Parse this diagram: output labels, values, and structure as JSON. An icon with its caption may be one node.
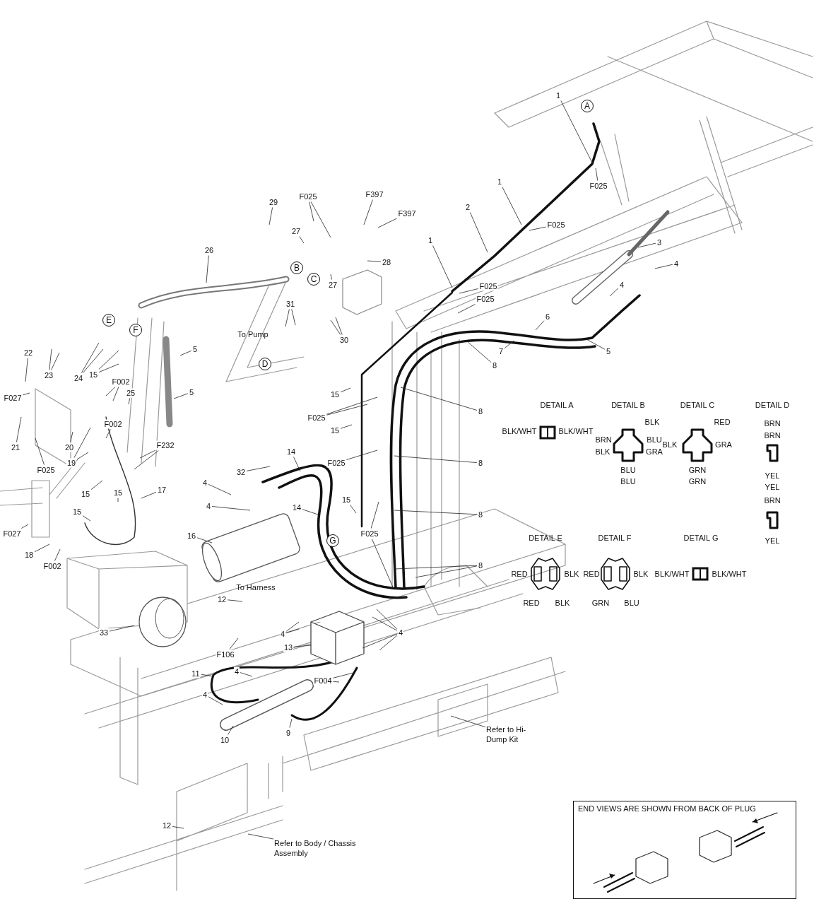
{
  "diagram": {
    "nodes": [
      {
        "text": [
          "1"
        ]
      },
      {
        "text": [
          "A"
        ]
      },
      {
        "text": [
          "F025"
        ]
      },
      {
        "text": [
          "1"
        ]
      },
      {
        "text": [
          "2"
        ]
      },
      {
        "text": [
          "F025"
        ]
      },
      {
        "text": [
          "F397"
        ]
      },
      {
        "text": [
          "F397"
        ]
      },
      {
        "text": [
          "F025"
        ]
      },
      {
        "text": [
          "29"
        ]
      },
      {
        "text": [
          "27"
        ]
      },
      {
        "text": [
          "1"
        ]
      },
      {
        "text": [
          "3"
        ]
      },
      {
        "text": [
          "4"
        ]
      },
      {
        "text": [
          "28"
        ]
      },
      {
        "text": [
          "26"
        ]
      },
      {
        "text": [
          "B"
        ]
      },
      {
        "text": [
          "C"
        ]
      },
      {
        "text": [
          "27"
        ]
      },
      {
        "text": [
          "F025"
        ]
      },
      {
        "text": [
          "F025"
        ]
      },
      {
        "text": [
          "4"
        ]
      },
      {
        "text": [
          "31"
        ]
      },
      {
        "text": [
          "6"
        ]
      },
      {
        "text": [
          "E"
        ]
      },
      {
        "text": [
          "F"
        ]
      },
      {
        "text": [
          "5"
        ]
      },
      {
        "text": [
          "7"
        ]
      },
      {
        "text": [
          "5"
        ]
      },
      {
        "text": [
          "30"
        ]
      },
      {
        "text": [
          "22"
        ]
      },
      {
        "text": [
          "23"
        ]
      },
      {
        "text": [
          "8"
        ]
      },
      {
        "text": [
          "D"
        ]
      },
      {
        "text": [
          "24"
        ]
      },
      {
        "text": [
          "15"
        ]
      },
      {
        "text": [
          "F002"
        ]
      },
      {
        "text": [
          "5"
        ]
      },
      {
        "text": [
          "25"
        ]
      },
      {
        "text": [
          "F027"
        ]
      },
      {
        "text": [
          "15"
        ]
      },
      {
        "text": [
          "8"
        ]
      },
      {
        "text": [
          "F025"
        ]
      },
      {
        "text": [
          "15"
        ]
      },
      {
        "text": [
          "F002"
        ]
      },
      {
        "text": [
          "21"
        ]
      },
      {
        "text": [
          "20"
        ]
      },
      {
        "text": [
          "F232"
        ]
      },
      {
        "text": [
          "14"
        ]
      },
      {
        "text": [
          "19"
        ]
      },
      {
        "text": [
          "8"
        ]
      },
      {
        "text": [
          "F025"
        ]
      },
      {
        "text": [
          "F025"
        ]
      },
      {
        "text": [
          "32"
        ]
      },
      {
        "text": [
          "4"
        ]
      },
      {
        "text": [
          "17"
        ]
      },
      {
        "text": [
          "15"
        ]
      },
      {
        "text": [
          "15"
        ]
      },
      {
        "text": [
          "15"
        ]
      },
      {
        "text": [
          "4"
        ]
      },
      {
        "text": [
          "14"
        ]
      },
      {
        "text": [
          "F025"
        ]
      },
      {
        "text": [
          "15"
        ]
      },
      {
        "text": [
          "8"
        ]
      },
      {
        "text": [
          "F027"
        ]
      },
      {
        "text": [
          "16"
        ]
      },
      {
        "text": [
          "G"
        ]
      },
      {
        "text": [
          "18"
        ]
      },
      {
        "text": [
          "F002"
        ]
      },
      {
        "text": [
          "8"
        ]
      },
      {
        "text": [
          "12"
        ]
      },
      {
        "text": [
          "33"
        ]
      },
      {
        "text": [
          "4"
        ]
      },
      {
        "text": [
          "4"
        ]
      },
      {
        "text": [
          "13"
        ]
      },
      {
        "text": [
          "F106"
        ]
      },
      {
        "text": [
          "11"
        ]
      },
      {
        "text": [
          "4"
        ]
      },
      {
        "text": [
          "F004"
        ]
      },
      {
        "text": [
          "4"
        ]
      },
      {
        "text": [
          "9"
        ]
      },
      {
        "text": [
          "10"
        ]
      },
      {
        "text": [
          "Refer to Hi-Dump Kit"
        ]
      },
      {
        "text": [
          "12"
        ]
      },
      {
        "text": [
          "Refer to Body / Chassis Assembly"
        ]
      },
      {
        "text": [
          "END VIEWS ARE SHOWN FROM BACK OF PLUG"
        ]
      }
    ],
    "edges": [
      {
        "from": 0,
        "to": null,
        "arrow": "none"
      },
      {
        "from": 2,
        "to": null,
        "arrow": "none"
      },
      {
        "from": 3,
        "to": null,
        "arrow": "none"
      },
      {
        "from": 4,
        "to": null,
        "arrow": "none"
      },
      {
        "from": 5,
        "to": null,
        "arrow": "none"
      },
      {
        "from": 6,
        "to": null,
        "arrow": "none"
      },
      {
        "from": 7,
        "to": null,
        "arrow": "none"
      },
      {
        "from": 8,
        "to": null,
        "arrow": "none"
      },
      {
        "from": 8,
        "to": null,
        "arrow": "none"
      },
      {
        "from": 9,
        "to": null,
        "arrow": "none"
      },
      {
        "from": 10,
        "to": null,
        "arrow": "none"
      },
      {
        "from": 11,
        "to": null,
        "arrow": "none"
      },
      {
        "from": 12,
        "to": null,
        "arrow": "none"
      },
      {
        "from": 13,
        "to": null,
        "arrow": "none"
      },
      {
        "from": 14,
        "to": null,
        "arrow": "none"
      },
      {
        "from": 15,
        "to": null,
        "arrow": "none"
      },
      {
        "from": 18,
        "to": null,
        "arrow": "none"
      },
      {
        "from": 19,
        "to": null,
        "arrow": "none"
      },
      {
        "from": 20,
        "to": null,
        "arrow": "none"
      },
      {
        "from": 21,
        "to": null,
        "arrow": "none"
      },
      {
        "from": 22,
        "to": null,
        "arrow": "none"
      },
      {
        "from": 22,
        "to": null,
        "arrow": "none"
      },
      {
        "from": 23,
        "to": null,
        "arrow": "none"
      },
      {
        "from": 26,
        "to": null,
        "arrow": "none"
      },
      {
        "from": 27,
        "to": null,
        "arrow": "none"
      },
      {
        "from": 28,
        "to": null,
        "arrow": "none"
      },
      {
        "from": 29,
        "to": null,
        "arrow": "none"
      },
      {
        "from": 29,
        "to": null,
        "arrow": "none"
      },
      {
        "from": 30,
        "to": null,
        "arrow": "none"
      },
      {
        "from": 31,
        "to": null,
        "arrow": "none"
      },
      {
        "from": 31,
        "to": null,
        "arrow": "none"
      },
      {
        "from": 32,
        "to": null,
        "arrow": "none"
      },
      {
        "from": 34,
        "to": null,
        "arrow": "none"
      },
      {
        "from": 34,
        "to": null,
        "arrow": "none"
      },
      {
        "from": 35,
        "to": null,
        "arrow": "none"
      },
      {
        "from": 35,
        "to": null,
        "arrow": "none"
      },
      {
        "from": 36,
        "to": null,
        "arrow": "none"
      },
      {
        "from": 36,
        "to": null,
        "arrow": "none"
      },
      {
        "from": 37,
        "to": null,
        "arrow": "none"
      },
      {
        "from": 38,
        "to": null,
        "arrow": "none"
      },
      {
        "from": 39,
        "to": null,
        "arrow": "none"
      },
      {
        "from": 40,
        "to": null,
        "arrow": "none"
      },
      {
        "from": 41,
        "to": null,
        "arrow": "none"
      },
      {
        "from": 42,
        "to": null,
        "arrow": "none"
      },
      {
        "from": 42,
        "to": null,
        "arrow": "none"
      },
      {
        "from": 43,
        "to": null,
        "arrow": "none"
      },
      {
        "from": 44,
        "to": null,
        "arrow": "none"
      },
      {
        "from": 45,
        "to": null,
        "arrow": "none"
      },
      {
        "from": 46,
        "to": null,
        "arrow": "none"
      },
      {
        "from": 47,
        "to": null,
        "arrow": "none"
      },
      {
        "from": 47,
        "to": null,
        "arrow": "none"
      },
      {
        "from": 48,
        "to": null,
        "arrow": "none"
      },
      {
        "from": 49,
        "to": null,
        "arrow": "none"
      },
      {
        "from": 49,
        "to": null,
        "arrow": "none"
      },
      {
        "from": 50,
        "to": null,
        "arrow": "none"
      },
      {
        "from": 51,
        "to": null,
        "arrow": "none"
      },
      {
        "from": 52,
        "to": null,
        "arrow": "none"
      },
      {
        "from": 53,
        "to": null,
        "arrow": "none"
      },
      {
        "from": 54,
        "to": null,
        "arrow": "none"
      },
      {
        "from": 55,
        "to": null,
        "arrow": "none"
      },
      {
        "from": 56,
        "to": null,
        "arrow": "none"
      },
      {
        "from": 57,
        "to": null,
        "arrow": "none"
      },
      {
        "from": 58,
        "to": null,
        "arrow": "none"
      },
      {
        "from": 59,
        "to": null,
        "arrow": "none"
      },
      {
        "from": 60,
        "to": null,
        "arrow": "none"
      },
      {
        "from": 61,
        "to": null,
        "arrow": "none"
      },
      {
        "from": 61,
        "to": null,
        "arrow": "none"
      },
      {
        "from": 62,
        "to": null,
        "arrow": "none"
      },
      {
        "from": 63,
        "to": null,
        "arrow": "none"
      },
      {
        "from": 64,
        "to": null,
        "arrow": "none"
      },
      {
        "from": 65,
        "to": null,
        "arrow": "none"
      },
      {
        "from": 67,
        "to": null,
        "arrow": "none"
      },
      {
        "from": 68,
        "to": null,
        "arrow": "none"
      },
      {
        "from": 69,
        "to": null,
        "arrow": "none"
      },
      {
        "from": 69,
        "to": null,
        "arrow": "none"
      },
      {
        "from": 70,
        "to": null,
        "arrow": "none"
      },
      {
        "from": 71,
        "to": null,
        "arrow": "none"
      },
      {
        "from": 72,
        "to": null,
        "arrow": "none"
      },
      {
        "from": 72,
        "to": null,
        "arrow": "none"
      },
      {
        "from": 73,
        "to": null,
        "arrow": "none"
      },
      {
        "from": 73,
        "to": null,
        "arrow": "none"
      },
      {
        "from": 73,
        "to": null,
        "arrow": "none"
      },
      {
        "from": 73,
        "to": null,
        "arrow": "none"
      },
      {
        "from": 74,
        "to": null,
        "arrow": "none"
      },
      {
        "from": 75,
        "to": null,
        "arrow": "none"
      },
      {
        "from": 76,
        "to": null,
        "arrow": "none"
      },
      {
        "from": 77,
        "to": null,
        "arrow": "none"
      },
      {
        "from": 78,
        "to": null,
        "arrow": "none"
      },
      {
        "from": 78,
        "to": null,
        "arrow": "none"
      },
      {
        "from": 79,
        "to": null,
        "arrow": "none"
      },
      {
        "from": 80,
        "to": null,
        "arrow": "none"
      },
      {
        "from": 81,
        "to": null,
        "arrow": "none"
      },
      {
        "from": 82,
        "to": null,
        "arrow": "none"
      },
      {
        "from": 83,
        "to": null,
        "arrow": "none"
      },
      {
        "from": 84,
        "to": null,
        "arrow": "none"
      }
    ],
    "labels": [
      "To Pump",
      "DETAIL A",
      "BLK/WHT",
      "BLK/WHT",
      "DETAIL B",
      "BLK",
      "BRN",
      "BLU",
      "BLK",
      "GRA",
      "BLU",
      "BLU",
      "DETAIL C",
      "RED",
      "BLK",
      "GRA",
      "GRN",
      "GRN",
      "DETAIL D",
      "BRN",
      "BRN",
      "YEL",
      "YEL",
      "BRN",
      "YEL",
      "DETAIL E",
      "RED",
      "BLK",
      "RED",
      "BLK",
      "DETAIL F",
      "RED",
      "BLK",
      "GRN",
      "BLU",
      "DETAIL G",
      "BLK/WHT",
      "BLK/WHT",
      "To Harness"
    ]
  }
}
